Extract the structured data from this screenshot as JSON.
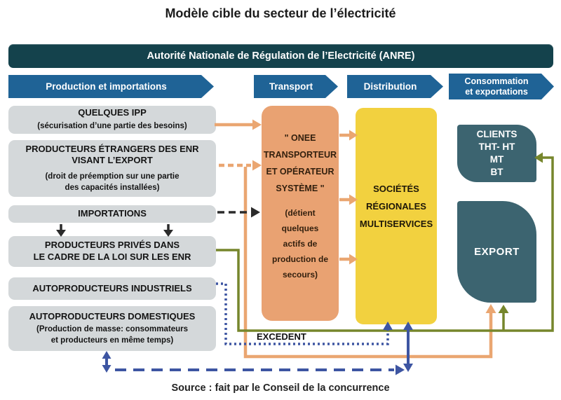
{
  "title": "Modèle cible du secteur de l’électricité",
  "regulator_bar": {
    "label": "Autorité Nationale de Régulation de l’Electricité (ANRE)"
  },
  "stage_headers": [
    {
      "label": "Production et importations"
    },
    {
      "label": "Transport"
    },
    {
      "label": "Distribution"
    },
    {
      "label": "Consommation\net exportations"
    }
  ],
  "producer_boxes": [
    {
      "title": "QUELQUES IPP",
      "subtitle": "(sécurisation d’une partie des besoins)"
    },
    {
      "title": "PRODUCTEURS ÉTRANGERS DES ENR\nVISANT L’EXPORT",
      "subtitle": "(droit de préemption sur une partie\ndes capacités installées)"
    },
    {
      "title": "IMPORTATIONS"
    },
    {
      "title": "PRODUCTEURS PRIVÉS DANS\nLE CADRE DE LA LOI SUR LES ENR"
    },
    {
      "title": "AUTOPRODUCTEURS INDUSTRIELS"
    },
    {
      "title": "AUTOPRODUCTEURS DOMESTIQUES",
      "subtitle": "(Production de masse: consommateurs\net producteurs en même temps)"
    }
  ],
  "transport_box": {
    "name": "\" ONEE\nTRANSPORTEUR\nET OPÉRATEUR\nSYSTÈME \"",
    "note": "(détient\nquelques\nactifs de\nproduction de\nsecours)"
  },
  "distribution_box": {
    "name": "SOCIÉTÉS\nRÉGIONALES\nMULTISERVICES"
  },
  "clients_box": {
    "name": "CLIENTS\nTHT- HT\nMT\nBT"
  },
  "export_box": {
    "name": "EXPORT"
  },
  "labels": {
    "excedent": "EXCEDENT"
  },
  "source": "Source : fait par le Conseil de la concurrence",
  "palette": {
    "header_blue": "#1F6396",
    "regulator_teal": "#14424C",
    "box_gray": "#D4D8DA",
    "transport_orange": "#E9A272",
    "distribution_yellow": "#F2D13F",
    "client_teal": "#3C6470",
    "arrow_orange": "#EAA671",
    "arrow_olive": "#76862C",
    "arrow_navy": "#3D55A2",
    "arrow_black": "#2B2B2B"
  }
}
